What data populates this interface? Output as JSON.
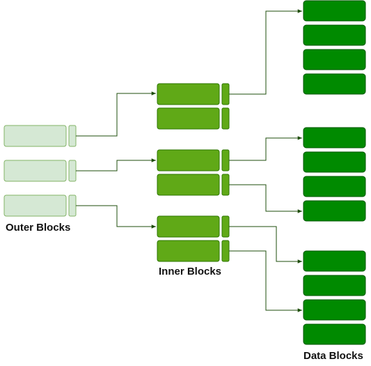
{
  "labels": {
    "outer": "Outer Blocks",
    "inner": "Inner Blocks",
    "data": "Data Blocks"
  },
  "colors": {
    "outer_fill": "#d5e8d4",
    "outer_stroke": "#82b366",
    "inner_fill": "#60a917",
    "inner_stroke": "#2d7600",
    "data_fill": "#008a00",
    "data_stroke": "#005700",
    "connector": "#1e4d0b"
  }
}
